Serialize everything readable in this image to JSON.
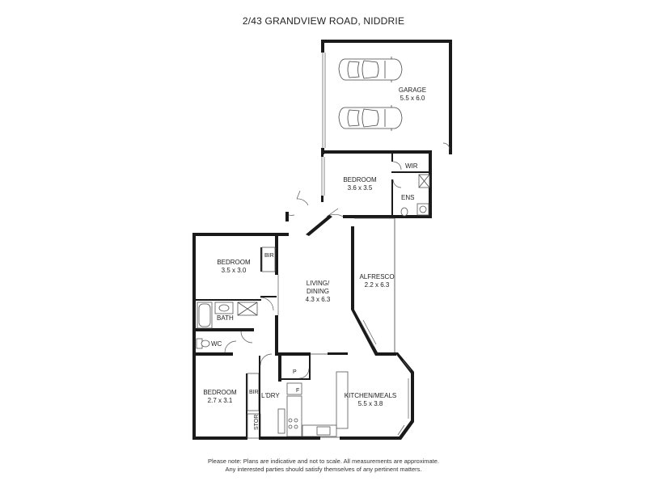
{
  "title": "2/43 GRANDVIEW ROAD, NIDDRIE",
  "rooms": {
    "garage": {
      "name": "GARAGE",
      "dims": "5.5 x 6.0"
    },
    "bedroom1": {
      "name": "BEDROOM",
      "dims": "3.6 x 3.5"
    },
    "wir": {
      "name": "WIR"
    },
    "ens": {
      "name": "ENS"
    },
    "bedroom2": {
      "name": "BEDROOM",
      "dims": "3.5 x 3.0"
    },
    "bir1": {
      "name": "BIR"
    },
    "living": {
      "name": "LIVING/",
      "name2": "DINING",
      "dims": "4.3 x 6.3"
    },
    "alfresco": {
      "name": "ALFRESCO",
      "dims": "2.2 x 6.3"
    },
    "bath": {
      "name": "BATH"
    },
    "wc": {
      "name": "WC"
    },
    "bedroom3": {
      "name": "BEDROOM",
      "dims": "2.7 x 3.1"
    },
    "bir2": {
      "name": "BIR"
    },
    "ldry": {
      "name": "L'DRY"
    },
    "stor": {
      "name": "STOR"
    },
    "pantry": {
      "name": "P"
    },
    "fridge": {
      "name": "F"
    },
    "kitchen": {
      "name": "KITCHEN/MEALS",
      "dims": "5.5 x 3.8"
    }
  },
  "disclaimer": {
    "line1": "Please note: Plans are indicative and not to scale. All measurements are approximate.",
    "line2": "Any interested parties should satisfy themselves of any pertinent matters."
  }
}
